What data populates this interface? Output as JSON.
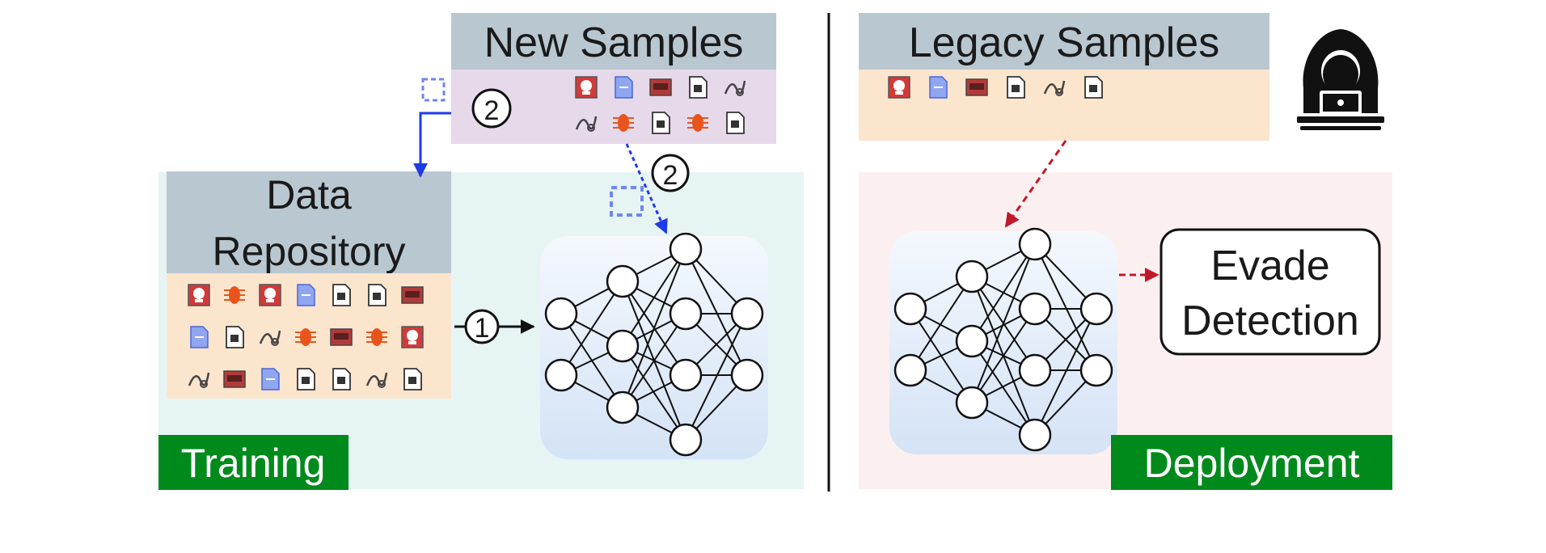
{
  "training": {
    "tag": "Training",
    "repository_title_line1": "Data",
    "repository_title_line2": "Repository",
    "new_samples_title": "New Samples",
    "step1": "1",
    "step2": "2",
    "repo_icons": [
      [
        "malware",
        "bug",
        "malware",
        "benign",
        "doc",
        "doc",
        "exe"
      ],
      [
        "benign",
        "doc",
        "worm",
        "bug",
        "exe",
        "bug",
        "malware"
      ],
      [
        "worm",
        "exe",
        "benign",
        "doc",
        "doc",
        "worm",
        "doc"
      ]
    ],
    "new_icons": [
      [
        "malware",
        "benign",
        "exe",
        "doc",
        "worm"
      ],
      [
        "worm",
        "bug",
        "doc",
        "bug",
        "doc"
      ]
    ]
  },
  "deployment": {
    "tag": "Deployment",
    "legacy_samples_title": "Legacy Samples",
    "outcome_line1": "Evade",
    "outcome_line2": "Detection",
    "legacy_icons": [
      "malware",
      "benign",
      "exe",
      "doc",
      "worm",
      "doc"
    ],
    "attacker_icon": "hacker-icon"
  },
  "colors": {
    "training_bg": "#e6f5f4",
    "deployment_bg": "#fbf0ef",
    "header_bg": "#b9c7d0",
    "sample_bg": "#fce5cd",
    "new_sample_bg": "#e5d9ea",
    "tag_green": "#008a1c",
    "blue_arrow": "#1f3ae8",
    "red_arrow": "#c0192a"
  }
}
